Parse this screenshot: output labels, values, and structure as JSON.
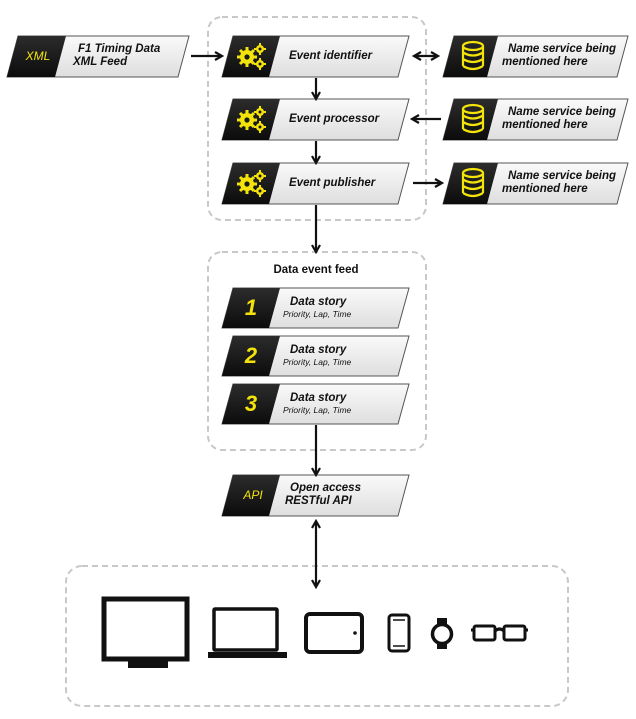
{
  "source": {
    "tag": "XML",
    "line1": "F1 Timing Data",
    "line2": "XML Feed"
  },
  "processing": [
    {
      "label": "Event identifier",
      "service_line1": "Name service being",
      "service_line2": "mentioned here"
    },
    {
      "label": "Event processor",
      "service_line1": "Name service being",
      "service_line2": "mentioned here"
    },
    {
      "label": "Event publisher",
      "service_line1": "Name service being",
      "service_line2": "mentioned here"
    }
  ],
  "feed": {
    "title": "Data event feed",
    "stories": [
      {
        "number": "1",
        "title": "Data story",
        "subtitle": "Priority, Lap, Time"
      },
      {
        "number": "2",
        "title": "Data story",
        "subtitle": "Priority, Lap, Time"
      },
      {
        "number": "3",
        "title": "Data story",
        "subtitle": "Priority, Lap, Time"
      }
    ]
  },
  "api": {
    "tag": "API",
    "line1": "Open access",
    "line2": "RESTful API"
  },
  "devices": [
    "desktop-monitor",
    "laptop",
    "tablet",
    "smartphone",
    "smartwatch",
    "smart-glasses"
  ],
  "colors": {
    "accent": "#f4e30a",
    "dark": "#1a1a1a",
    "box_light": "#f2f2f2",
    "dashed": "#c8c8c8"
  }
}
